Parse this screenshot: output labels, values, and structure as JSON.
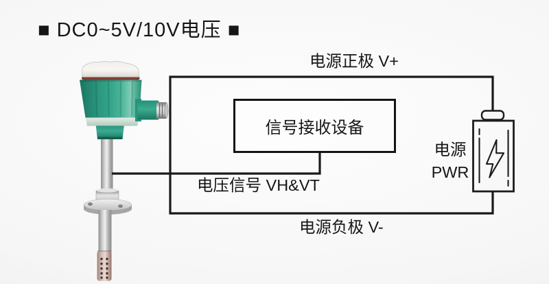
{
  "title": "■ DC0~5V/10V电压 ■",
  "wiring": {
    "power_positive_label": "电源正极 V+",
    "receiver_box_label": "信号接收设备",
    "signal_label": "电压信号 VH&VT",
    "power_label_cn": "电源",
    "power_label_en": "PWR",
    "power_negative_label": "电源负极 V-"
  },
  "device": {
    "name": "temperature-transmitter-with-probe",
    "body_color": "#35a78c",
    "cap_color": "#f2f1ed",
    "cap_ring_color": "#7d3e34",
    "probe_metal_color": "#c9c9c9",
    "probe_tip_color": "#d6beb6"
  },
  "icons": {
    "battery": "battery-with-lightning-bolt-icon"
  },
  "colors": {
    "wire": "#1a1a1a",
    "text": "#161616",
    "background": "#f4f4f4"
  }
}
